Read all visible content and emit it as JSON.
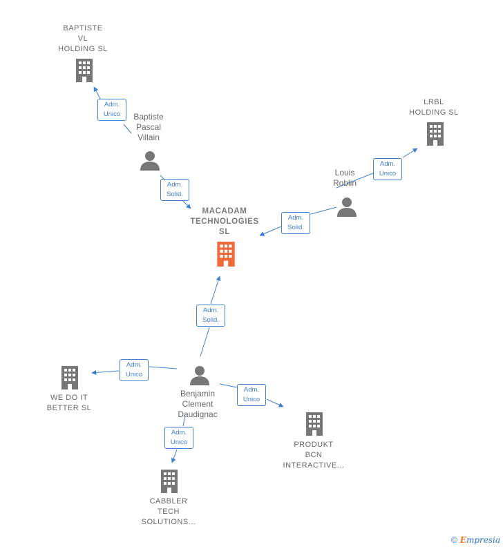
{
  "nodes": {
    "macadam": {
      "name": "MACADAM\nTECHNOLOGIES\nSL",
      "color": "#ee6a3a"
    },
    "baptiste_vl": {
      "name": "BAPTISTE\nVL\nHOLDING  SL"
    },
    "lrbl": {
      "name": "LRBL\nHOLDING  SL"
    },
    "we_do_it": {
      "name": "WE DO IT\nBETTER  SL"
    },
    "produkt": {
      "name": "PRODUKT\nBCN\nINTERACTIVE..."
    },
    "cabbler": {
      "name": "CABBLER\nTECH\nSOLUTIONS..."
    },
    "baptiste_person": {
      "name": "Baptiste\nPascal\nVillain"
    },
    "louis": {
      "name": "Louis\nRoblin"
    },
    "benjamin": {
      "name": "Benjamin\nClement\nDaudignac"
    }
  },
  "edges": [
    {
      "id": "e1",
      "line1": "Adm.",
      "line2": "Unico"
    },
    {
      "id": "e2",
      "line1": "Adm.",
      "line2": "Solid."
    },
    {
      "id": "e3",
      "line1": "Adm.",
      "line2": "Unico"
    },
    {
      "id": "e4",
      "line1": "Adm.",
      "line2": "Solid."
    },
    {
      "id": "e5",
      "line1": "Adm.",
      "line2": "Solid."
    },
    {
      "id": "e6",
      "line1": "Adm.",
      "line2": "Unico"
    },
    {
      "id": "e7",
      "line1": "Adm.",
      "line2": "Unico"
    },
    {
      "id": "e8",
      "line1": "Adm.",
      "line2": "Unico"
    }
  ],
  "colors": {
    "edge": "#3d7fd1",
    "node_icon": "#777777",
    "central_icon": "#ee6a3a"
  },
  "icons": {
    "company": "building-icon",
    "person": "person-icon"
  },
  "footer": {
    "copyright": "©",
    "brand_initial": "E",
    "brand_rest": "mpresia"
  }
}
